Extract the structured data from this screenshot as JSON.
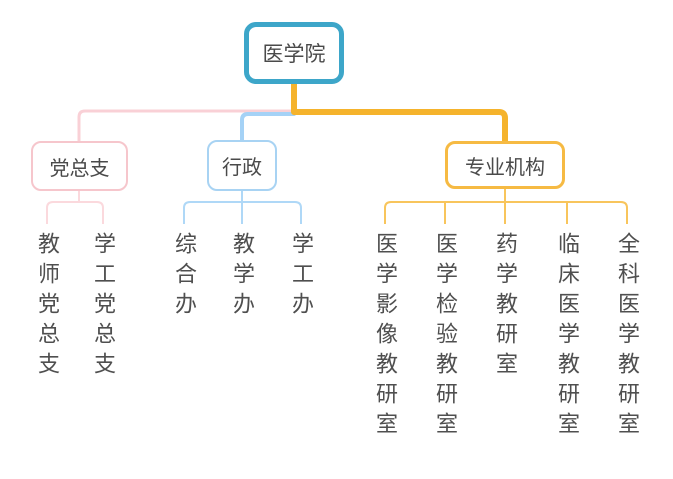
{
  "colors": {
    "root_border": "#3da6c9",
    "pink_border": "#f6c6cc",
    "pink_line_main": "#f9d0d6",
    "pink_line_thin": "#fbd9dd",
    "blue_border": "#a8d3f3",
    "blue_line_main": "#a5d2f6",
    "blue_line_thin": "#afd8f7",
    "yellow_border": "#f6ba43",
    "yellow_line_main": "#f5b32c",
    "yellow_line_thin": "#f8c55c",
    "text": "#4a4a4a"
  },
  "tree": {
    "root": {
      "label": "医学院"
    },
    "branches": [
      {
        "label": "党总支",
        "children": [
          "教师党总支",
          "学工党总支"
        ]
      },
      {
        "label": "行政",
        "children": [
          "综合办",
          "教学办",
          "学工办"
        ]
      },
      {
        "label": "专业机构",
        "children": [
          "医学影像教研室",
          "医学检验教研室",
          "药学教研室",
          "临床医学教研室",
          "全科医学教研室"
        ]
      }
    ]
  }
}
